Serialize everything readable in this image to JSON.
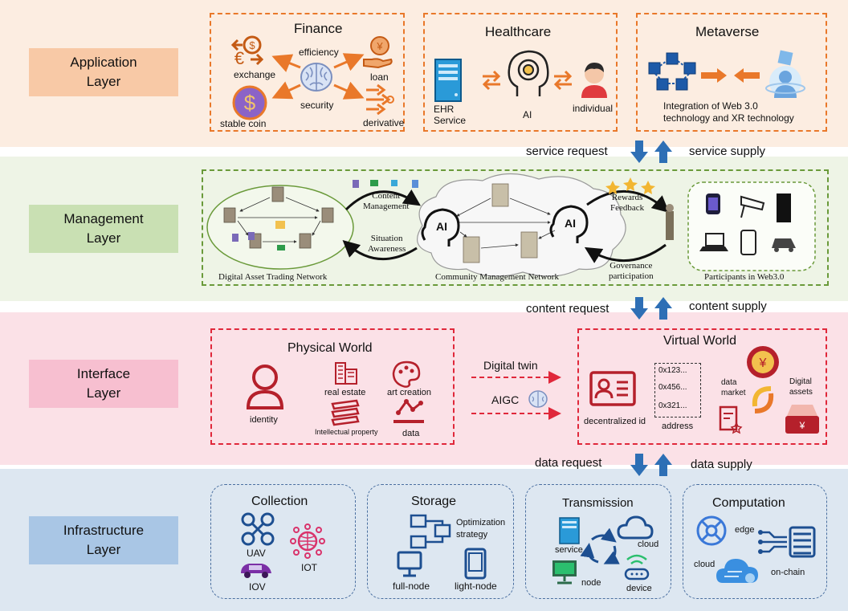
{
  "layers": [
    {
      "id": "application",
      "label": "Application\nLayer",
      "band_color": "#fcede1",
      "label_color": "#f8c9a6"
    },
    {
      "id": "management",
      "label": "Management\nLayer",
      "band_color": "#eef4e6",
      "label_color": "#c9e0b3"
    },
    {
      "id": "interface",
      "label": "Interface\nLayer",
      "band_color": "#fbe1e7",
      "label_color": "#f7bfd0"
    },
    {
      "id": "infrastructure",
      "label": "Infrastructure\nLayer",
      "band_color": "#dde7f1",
      "label_color": "#a9c6e5"
    }
  ],
  "application": {
    "finance": {
      "title": "Finance",
      "exchange": "exchange",
      "efficiency": "efficiency",
      "loan": "loan",
      "security": "security",
      "stable_coin": "stable coin",
      "derivative": "derivative"
    },
    "healthcare": {
      "title": "Healthcare",
      "ehr": "EHR\nService",
      "ai": "AI",
      "individual": "individual"
    },
    "metaverse": {
      "title": "Metaverse",
      "caption": "Integration of Web 3.0\ntechnology and XR technology"
    }
  },
  "flows": {
    "app_mgmt": {
      "left": "service request",
      "right": "service supply"
    },
    "mgmt_iface": {
      "left": "content request",
      "right": "content supply"
    },
    "iface_infra": {
      "left": "data request",
      "right": "data supply"
    }
  },
  "management": {
    "content_management": "Content\nManagement",
    "situation_awareness": "Situation\nAwareness",
    "rewards_feedback": "Rewards\nFeedback",
    "governance": "Governance\nparticipation",
    "ai_label": "AI",
    "trading_network": "Digital Asset Trading Network",
    "community_network": "Community Management Network",
    "participants": "Participants in Web3.0"
  },
  "interface": {
    "physical": {
      "title": "Physical World",
      "identity": "identity",
      "real_estate": "real estate",
      "art_creation": "art creation",
      "ip": "Intellectual property",
      "data": "data"
    },
    "digital_twin": "Digital twin",
    "aigc": "AIGC",
    "virtual": {
      "title": "Virtual World",
      "decentralized_id": "decentralized id",
      "addr1": "0x123...",
      "addr2": "0x456...",
      "addr3": "0x321...",
      "address": "address",
      "data_market": "data\nmarket",
      "digital_assets": "Digital\nassets"
    }
  },
  "infrastructure": {
    "collection": {
      "title": "Collection",
      "uav": "UAV",
      "iot": "IOT",
      "iov": "IOV"
    },
    "storage": {
      "title": "Storage",
      "optimization": "Optimization\nstrategy",
      "full_node": "full-node",
      "light_node": "light-node"
    },
    "transmission": {
      "title": "Transmission",
      "service": "service",
      "cloud": "cloud",
      "node": "node",
      "device": "device"
    },
    "computation": {
      "title": "Computation",
      "edge": "edge",
      "cloud": "cloud",
      "on_chain": "on-chain"
    }
  },
  "colors": {
    "orange": "#e9782a",
    "green_dash": "#6a9a3a",
    "red_dash": "#e0283b",
    "blue_dash": "#4a6fa0",
    "arrow_blue": "#2e6fb5",
    "dark_red": "#b5202b",
    "icon_blue": "#1d4f91"
  }
}
